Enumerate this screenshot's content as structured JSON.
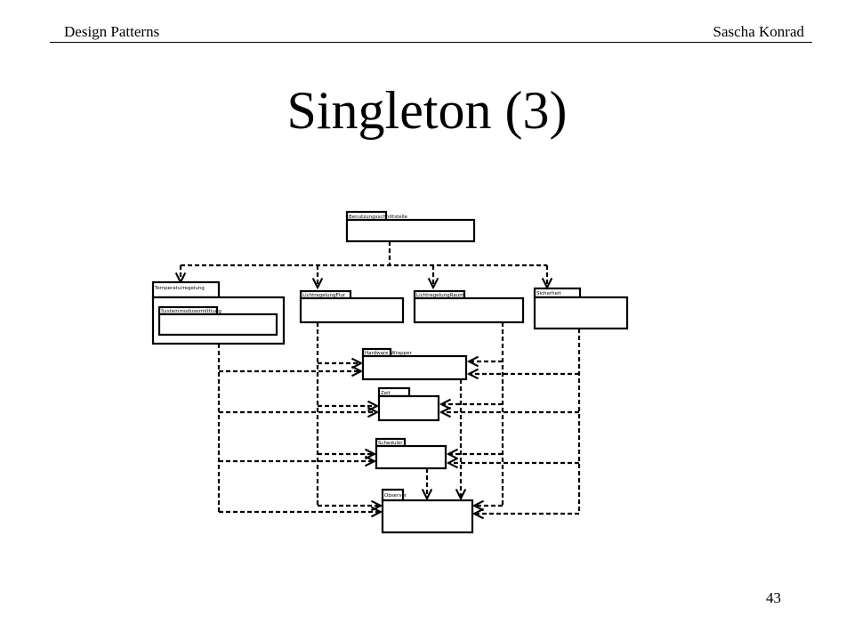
{
  "header": {
    "left": "Design Patterns",
    "right": "Sascha Konrad"
  },
  "title": "Singleton (3)",
  "page_number": "43",
  "diagram": {
    "packages": {
      "benutzungsschnittstelle": "Benutzungsschnittstelle",
      "temperaturregelung": "Temperaturregelung",
      "systemmodusermittlung": "Systemmodusermittlung",
      "lichtregelung_flur": "LichtregelungFlur",
      "lichtregelung_raum": "LichtregelungRaum",
      "sicherheit": "Sicherheit",
      "hardware_wrapper": "Hardware_Wrapper",
      "zeit": "Zeit",
      "scheduler": "Scheduler",
      "observer": "Observer"
    }
  }
}
